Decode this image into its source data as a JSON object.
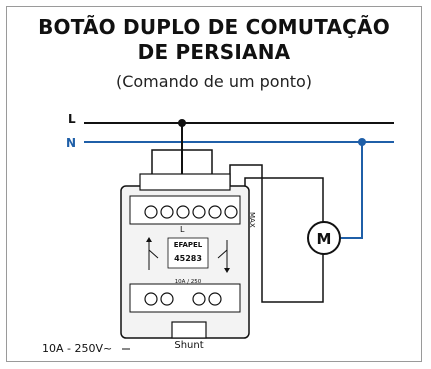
{
  "header": {
    "title_line1": "BOTÃO DUPLO DE COMUTAÇÃO",
    "title_line2": "DE PERSIANA",
    "subtitle": "(Comando de um ponto)"
  },
  "lines": {
    "L": "L",
    "N": "N"
  },
  "device": {
    "brand": "EFAPEL",
    "model": "45283",
    "rating_small": "10A / 250",
    "top_left_label": "L",
    "right_side_label": "MAX",
    "bottom_label": "Shunt"
  },
  "motor_label": "M",
  "rating_label": "10A - 250V~",
  "colors": {
    "L_wire": "#111111",
    "N_wire": "#1f5fa8",
    "frame": "#9a9a9a"
  }
}
